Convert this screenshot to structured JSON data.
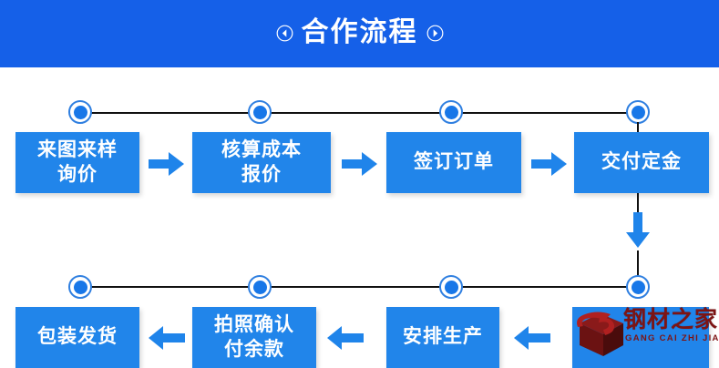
{
  "header": {
    "title": "合作流程",
    "left_icon": "circled-chevron-left-icon",
    "right_icon": "circled-chevron-right-icon",
    "background_color": "#1560e8",
    "text_color": "#ffffff"
  },
  "colors": {
    "header_blue": "#1560e8",
    "box_blue": "#2185ea",
    "arrow_blue": "#1f84ea",
    "node_fill": "#1877e8",
    "node_ring": "#2f7fe0",
    "rail_black": "#111111",
    "watermark_red": "#7d1414",
    "watermark_dark_red": "#5e1010"
  },
  "flow": {
    "top_row": [
      {
        "step": 1,
        "label": "来图来样\n询价"
      },
      {
        "step": 2,
        "label": "核算成本\n报价"
      },
      {
        "step": 3,
        "label": "签订订单"
      },
      {
        "step": 4,
        "label": "交付定金"
      }
    ],
    "bottom_row": [
      {
        "step": 8,
        "label": "包装发货"
      },
      {
        "step": 7,
        "label": "拍照确认\n付余款"
      },
      {
        "step": 6,
        "label": "安排生产"
      },
      {
        "step": 5,
        "label": ""
      }
    ],
    "top_arrow_direction": "right",
    "bottom_arrow_direction": "left",
    "connector_arrow_direction": "down"
  },
  "watermark": {
    "brand_zh": "钢材之家",
    "brand_en": "GANG CAI ZHI JIA",
    "logo_icon": "cube-g-logo-icon"
  }
}
